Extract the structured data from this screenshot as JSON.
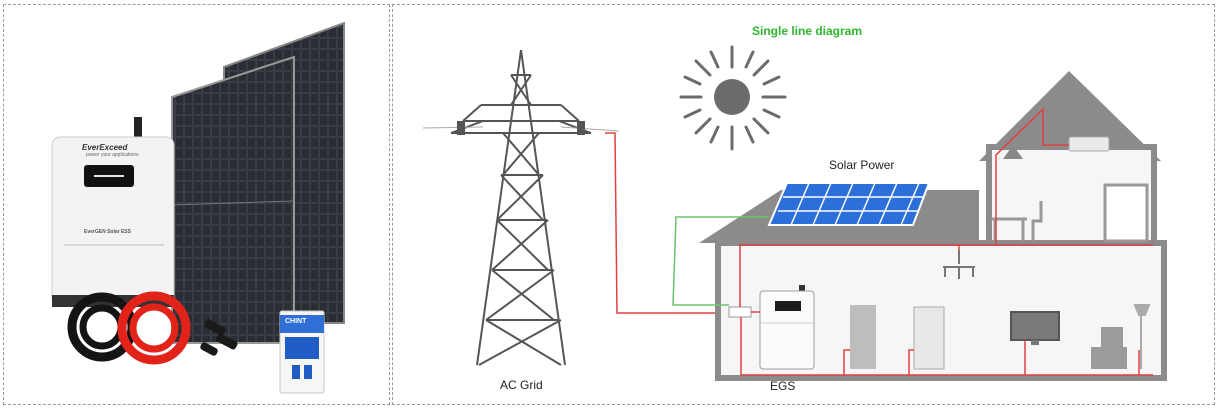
{
  "diagram": {
    "title": "Single line diagram",
    "title_color": "#2db82d",
    "labels": {
      "ac_grid": "AC Grid",
      "solar_power": "Solar Power",
      "egs": "EGS"
    },
    "wire_colors": {
      "ac": "#e04040",
      "dc": "#6bc46b"
    }
  },
  "product": {
    "brand": "EverExceed",
    "tagline": "power your applications",
    "model": "EverGEN Solar ESS",
    "breaker_brand": "CHINT"
  }
}
